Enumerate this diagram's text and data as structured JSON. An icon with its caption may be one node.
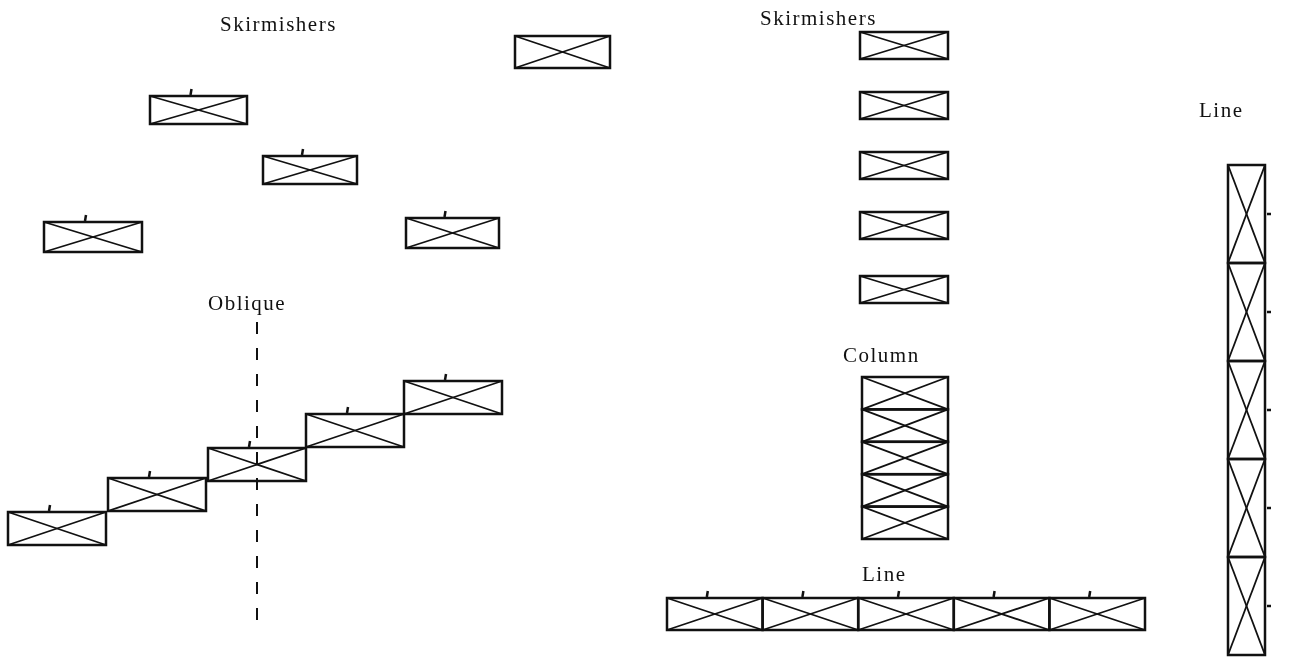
{
  "diagram": {
    "labels": [
      "Skirmishers",
      "Skirmishers",
      "Line",
      "Oblique",
      "Column",
      "Line"
    ]
  }
}
